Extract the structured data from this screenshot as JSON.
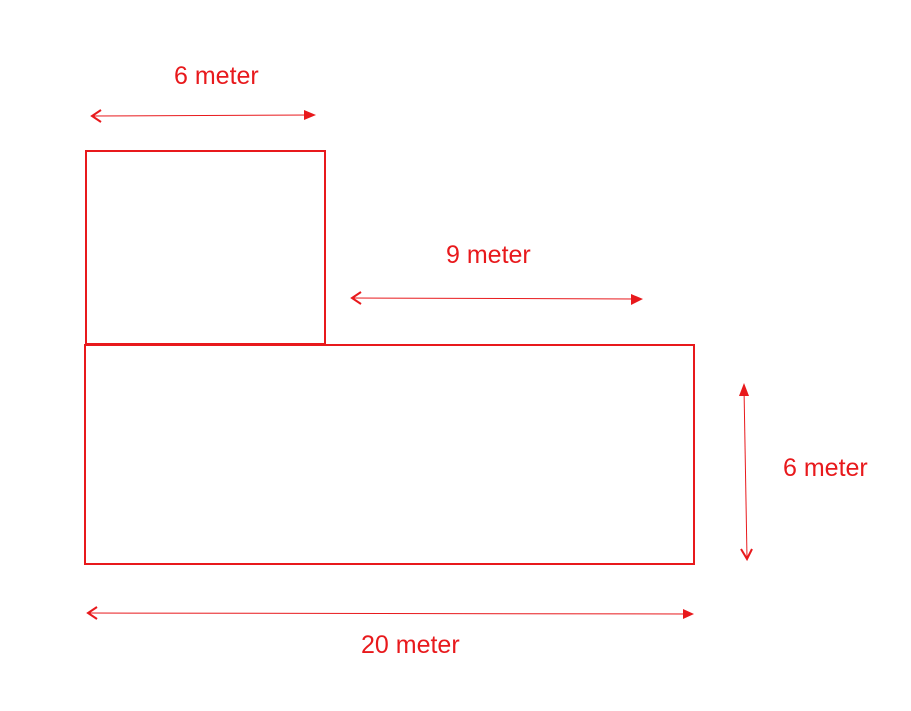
{
  "colors": {
    "stroke": "#e8191c",
    "text": "#e8191c",
    "background": "#ffffff"
  },
  "labels": {
    "top_width": "6 meter",
    "gap_width": "9 meter",
    "height": "6 meter",
    "bottom_width": "20 meter"
  }
}
